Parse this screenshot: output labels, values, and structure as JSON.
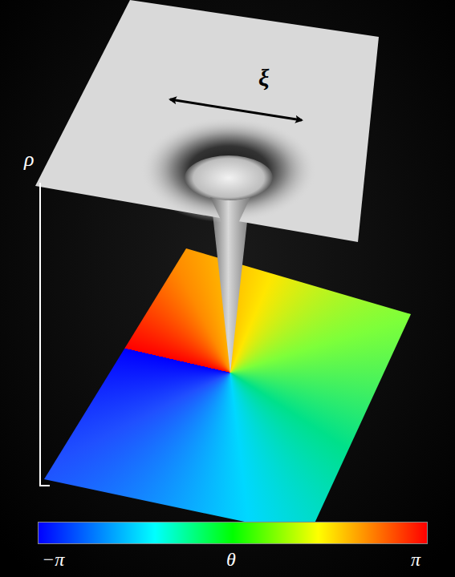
{
  "diagram": {
    "labels": [
      "ρ",
      "ξ",
      "−π",
      "θ",
      "π"
    ]
  }
}
